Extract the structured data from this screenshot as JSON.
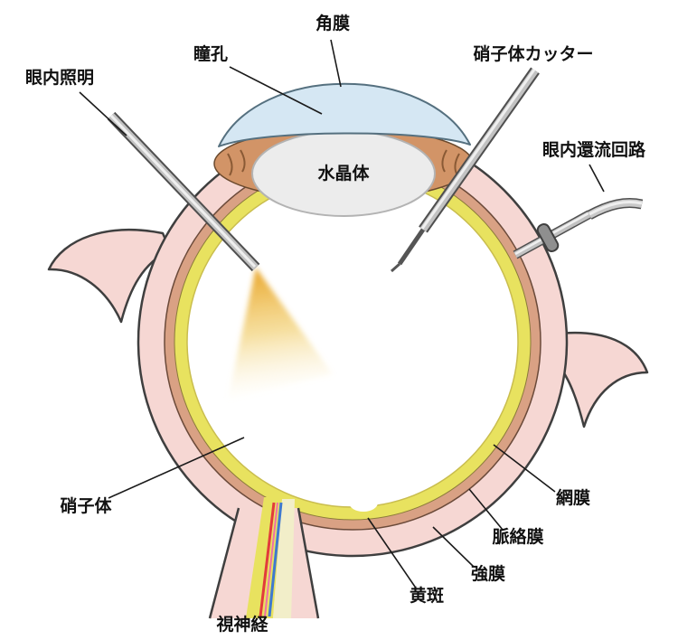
{
  "diagram": {
    "labels": {
      "cornea": "角膜",
      "pupil": "瞳孔",
      "vitreous_cutter": "硝子体カッター",
      "endo_illumination": "眼内照明",
      "infusion_line": "眼内還流回路",
      "lens": "水晶体",
      "vitreous": "硝子体",
      "retina": "網膜",
      "choroid": "脈絡膜",
      "sclera": "強膜",
      "macula": "黄斑",
      "optic_nerve": "視神経"
    },
    "colors": {
      "sclera_pink": "#f6d7d3",
      "choroid_salmon": "#d9a184",
      "retina_yellow": "#e8e25f",
      "cornea_blue": "#d5e7f3",
      "iris_orange": "#d29467",
      "lens_gray": "#ececec",
      "instrument_gray": "#c2c2c2",
      "light_cone_gold": "#e8a120",
      "vessel_red": "#e23b3b",
      "vessel_blue": "#3f79d0",
      "outline_dark": "#3f3f3f",
      "label_text": "#111111"
    }
  }
}
